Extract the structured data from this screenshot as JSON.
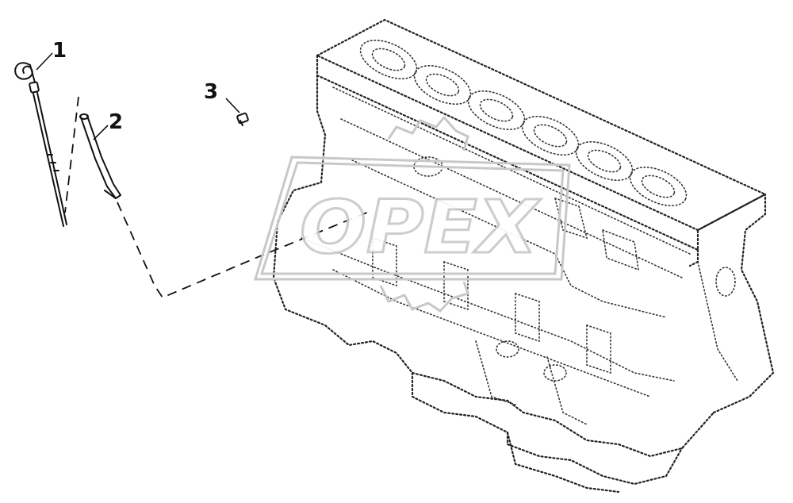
{
  "callouts": [
    {
      "id": "1",
      "label": "1"
    },
    {
      "id": "2",
      "label": "2"
    },
    {
      "id": "3",
      "label": "3"
    }
  ],
  "watermark": {
    "text": "OPEX"
  },
  "colors": {
    "line": "#111111",
    "watermark": "#c8c8c8",
    "background": "#ffffff"
  }
}
